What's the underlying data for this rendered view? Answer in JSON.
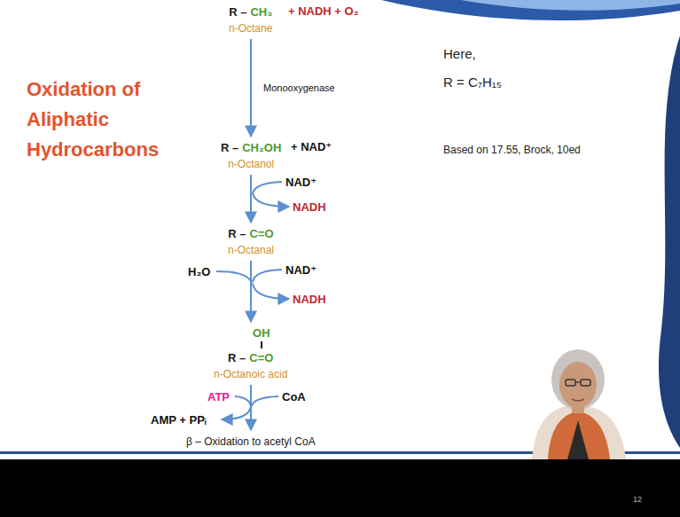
{
  "diagram": {
    "title": "Oxidation of Aliphatic Hydrocarbons",
    "nodes": [
      {
        "text": [
          "R –",
          "CH₃",
          "n-Octane"
        ]
      },
      {
        "text": [
          "R –",
          "CH₂OH",
          "n-Octanol"
        ]
      },
      {
        "text": [
          "R –",
          "C=O",
          "n-Octanal"
        ]
      },
      {
        "text": [
          "OH",
          "R –",
          "C=O",
          "n-Octanoic acid"
        ]
      },
      {
        "text": [
          "β – Oxidation to acetyl CoA"
        ]
      }
    ],
    "edges": [
      {
        "from": 0,
        "to": 1,
        "arrow": "to",
        "label": "Monooxygenase"
      },
      {
        "from": 1,
        "to": 2,
        "arrow": "to"
      },
      {
        "from": 2,
        "to": 3,
        "arrow": "to"
      },
      {
        "from": 3,
        "to": 4,
        "arrow": "to"
      }
    ],
    "labels": [
      "+ NADH + O₂",
      "+ NAD⁺",
      "NAD⁺",
      "NADH",
      "H₂O",
      "NAD⁺",
      "NADH",
      "ATP",
      "CoA",
      "AMP + PPᵢ",
      "Here,",
      "R = C₇H₁₅",
      "Based on 17.55, Brock, 10ed",
      "12"
    ]
  }
}
